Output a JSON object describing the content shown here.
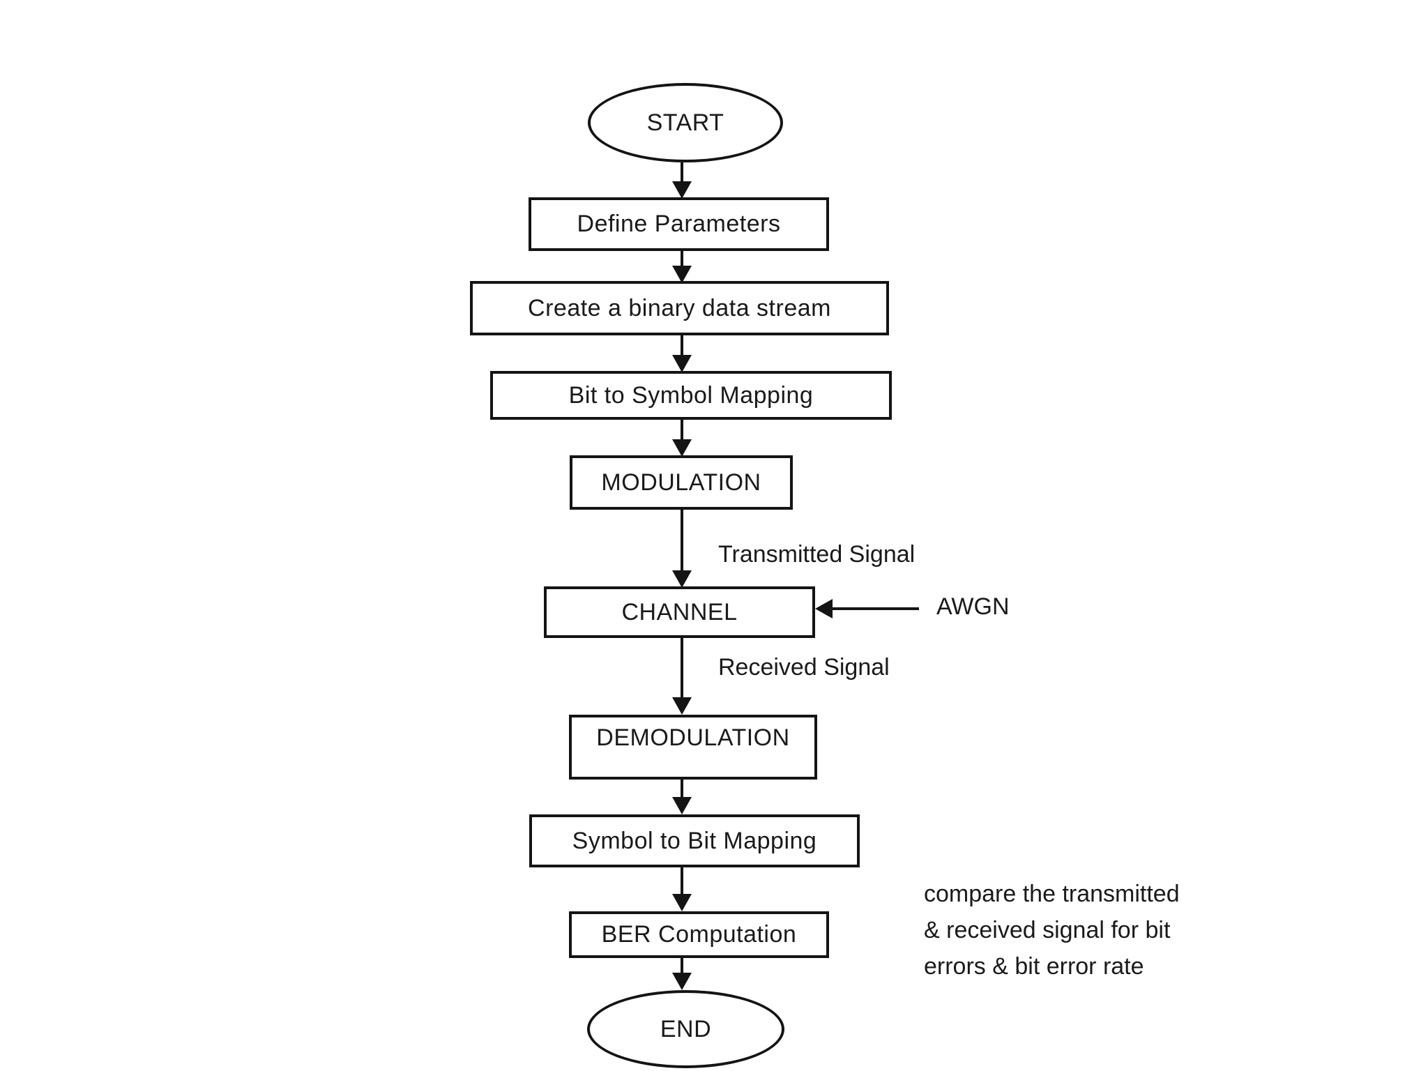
{
  "flowchart": {
    "nodes": {
      "start": {
        "label": "START",
        "shape": "ellipse"
      },
      "define": {
        "label": "Define Parameters",
        "shape": "rectangle"
      },
      "create": {
        "label": "Create a binary data stream",
        "shape": "rectangle"
      },
      "bit_to_symbol": {
        "label": "Bit to Symbol Mapping",
        "shape": "rectangle"
      },
      "modulation": {
        "label": "MODULATION",
        "shape": "rectangle"
      },
      "channel": {
        "label": "CHANNEL",
        "shape": "rectangle"
      },
      "demodulation": {
        "label": "DEMODULATION",
        "shape": "rectangle"
      },
      "symbol_to_bit": {
        "label": "Symbol to Bit Mapping",
        "shape": "rectangle"
      },
      "ber": {
        "label": "BER Computation",
        "shape": "rectangle"
      },
      "end": {
        "label": "END",
        "shape": "ellipse"
      }
    },
    "edge_labels": {
      "transmitted": "Transmitted Signal",
      "received": "Received Signal",
      "awgn": "AWGN"
    },
    "note": {
      "lines": {
        "0": "compare the transmitted",
        "1": "& received signal for bit",
        "2": "errors & bit error rate"
      }
    },
    "colors": {
      "stroke": "#141414",
      "background": "#ffffff"
    }
  }
}
